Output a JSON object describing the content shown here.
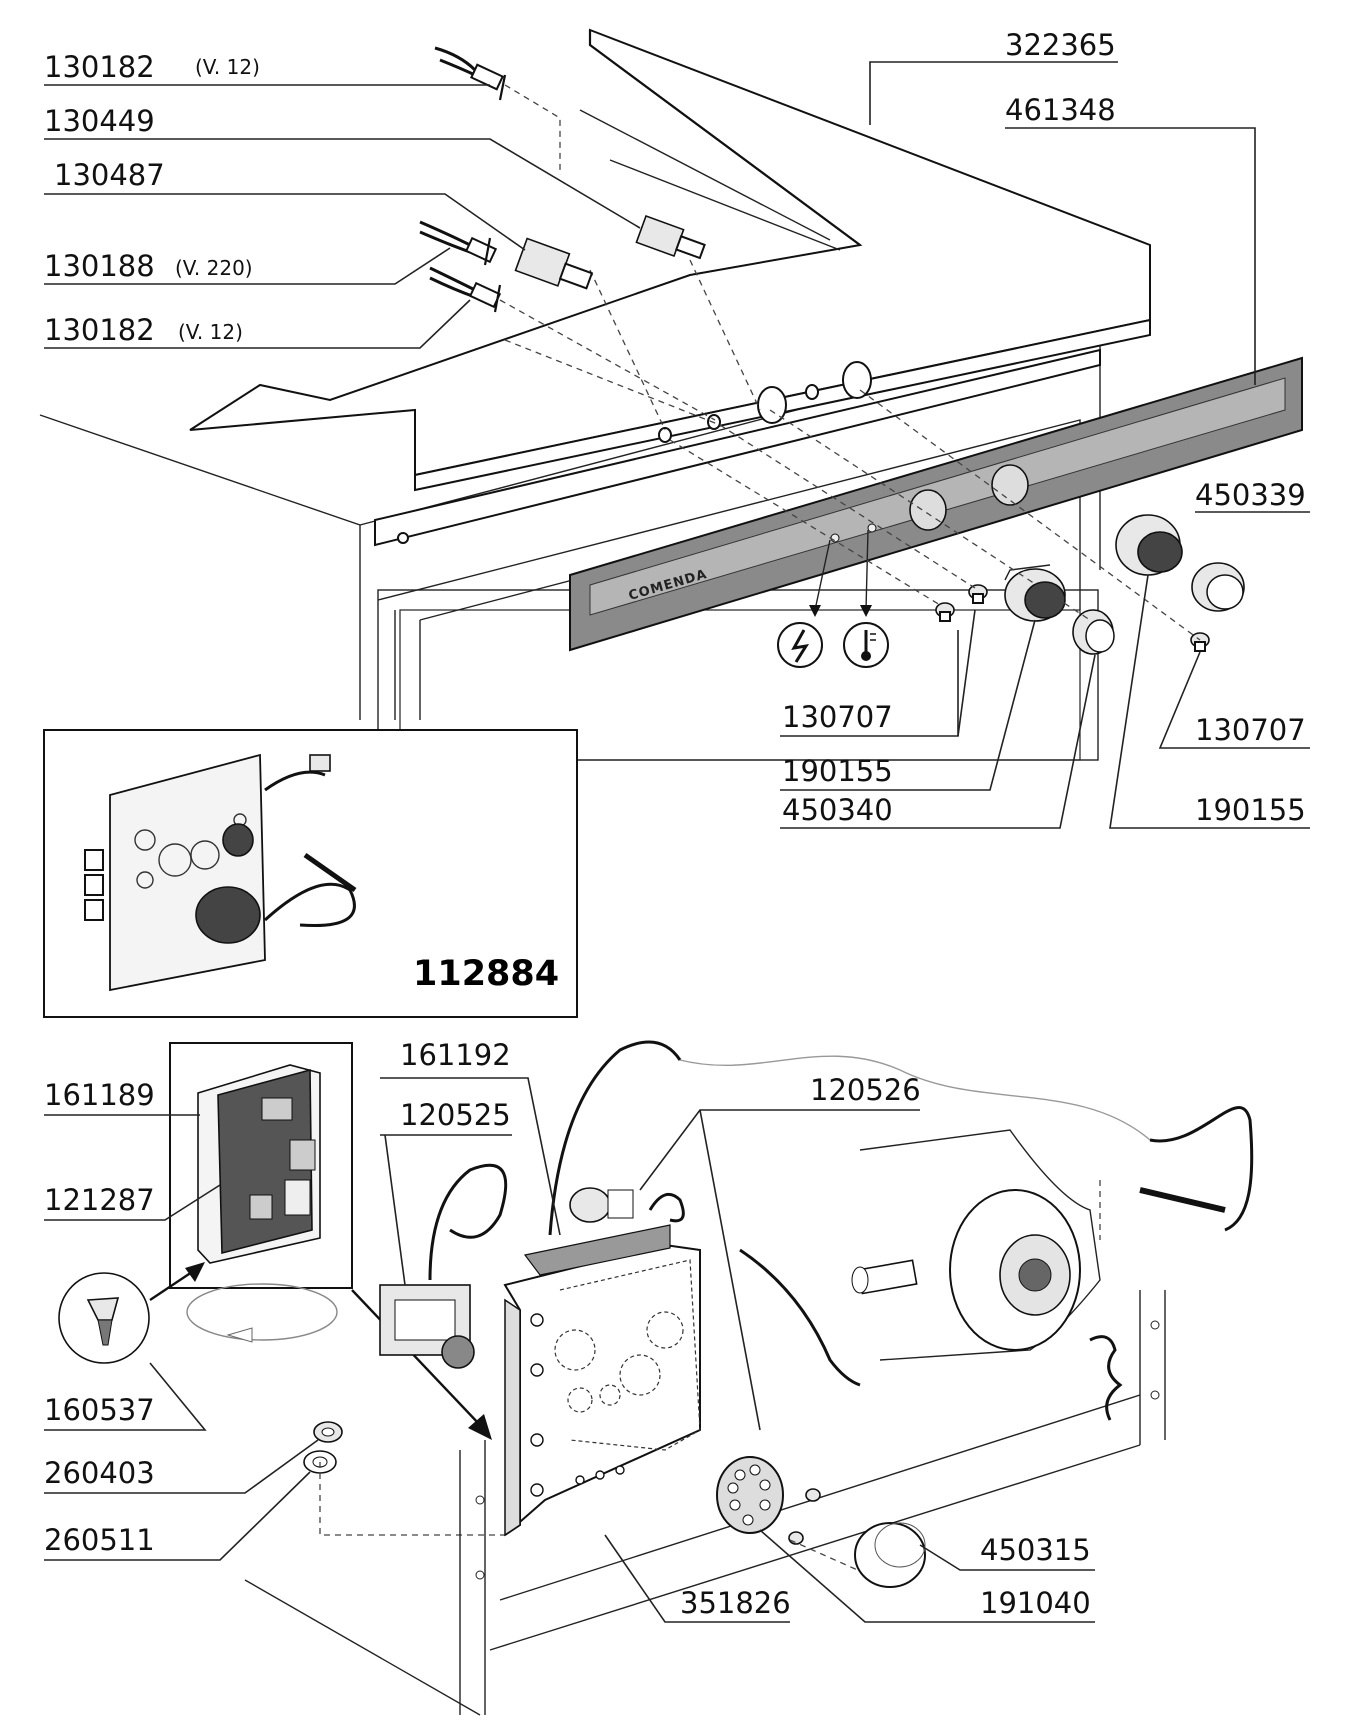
{
  "part_labels": {
    "p130182_top": "130182",
    "p130182_top_note": "(V. 12)",
    "p130449": "130449",
    "p130487": "130487",
    "p130188": "130188",
    "p130188_note": "(V. 220)",
    "p130182_bottom": "130182",
    "p130182_bottom_note": "(V. 12)",
    "p322365": "322365",
    "p461348": "461348",
    "p450339": "450339",
    "p130707_left": "130707",
    "p190155_left": "190155",
    "p450340": "450340",
    "p130707_right": "130707",
    "p190155_right": "190155",
    "p112884": "112884",
    "p161192": "161192",
    "p120525": "120525",
    "p120526": "120526",
    "p161189": "161189",
    "p121287": "121287",
    "p160537": "160537",
    "p260403": "260403",
    "p260511": "260511",
    "p351826": "351826",
    "p450315": "450315",
    "p191040": "191040"
  },
  "brand_text": "COMENDA",
  "icons": [
    "power-icon",
    "thermometer-icon"
  ]
}
